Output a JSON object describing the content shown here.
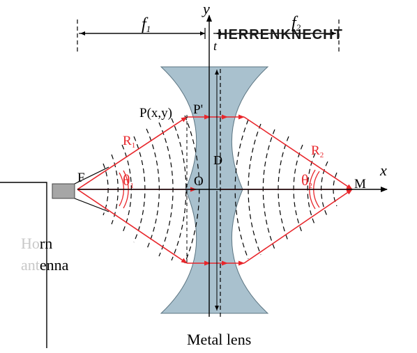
{
  "labels": {
    "f1": "f",
    "f1_sub": "1",
    "f2": "f",
    "f2_sub": "2",
    "y_axis": "y",
    "x_axis": "x",
    "t": "t",
    "point_p": "P(x,y)",
    "point_p_prime": "P'",
    "r1": "R",
    "r1_sub": "1",
    "r2": "R",
    "r2_sub": "2",
    "d": "D",
    "f_point": "F",
    "theta1": "θ",
    "theta1_sub": "1",
    "theta2": "θ",
    "theta2_sub": "2",
    "origin": "O",
    "m_point": "M",
    "horn_line1_faded": "Ho",
    "horn_line1": "rn",
    "horn_line2_faded": "ant",
    "horn_line2": "enna",
    "metal_lens": "Metal lens"
  },
  "watermark": {
    "text": "HERRENKNECHT"
  },
  "colors": {
    "lens_fill": "#a9c1ce",
    "lens_stroke": "#5c7582",
    "rays": "#e8262b",
    "axes": "#000000",
    "horn_fill": "#a6a6a6",
    "faded_text": "#c8c8c8"
  }
}
